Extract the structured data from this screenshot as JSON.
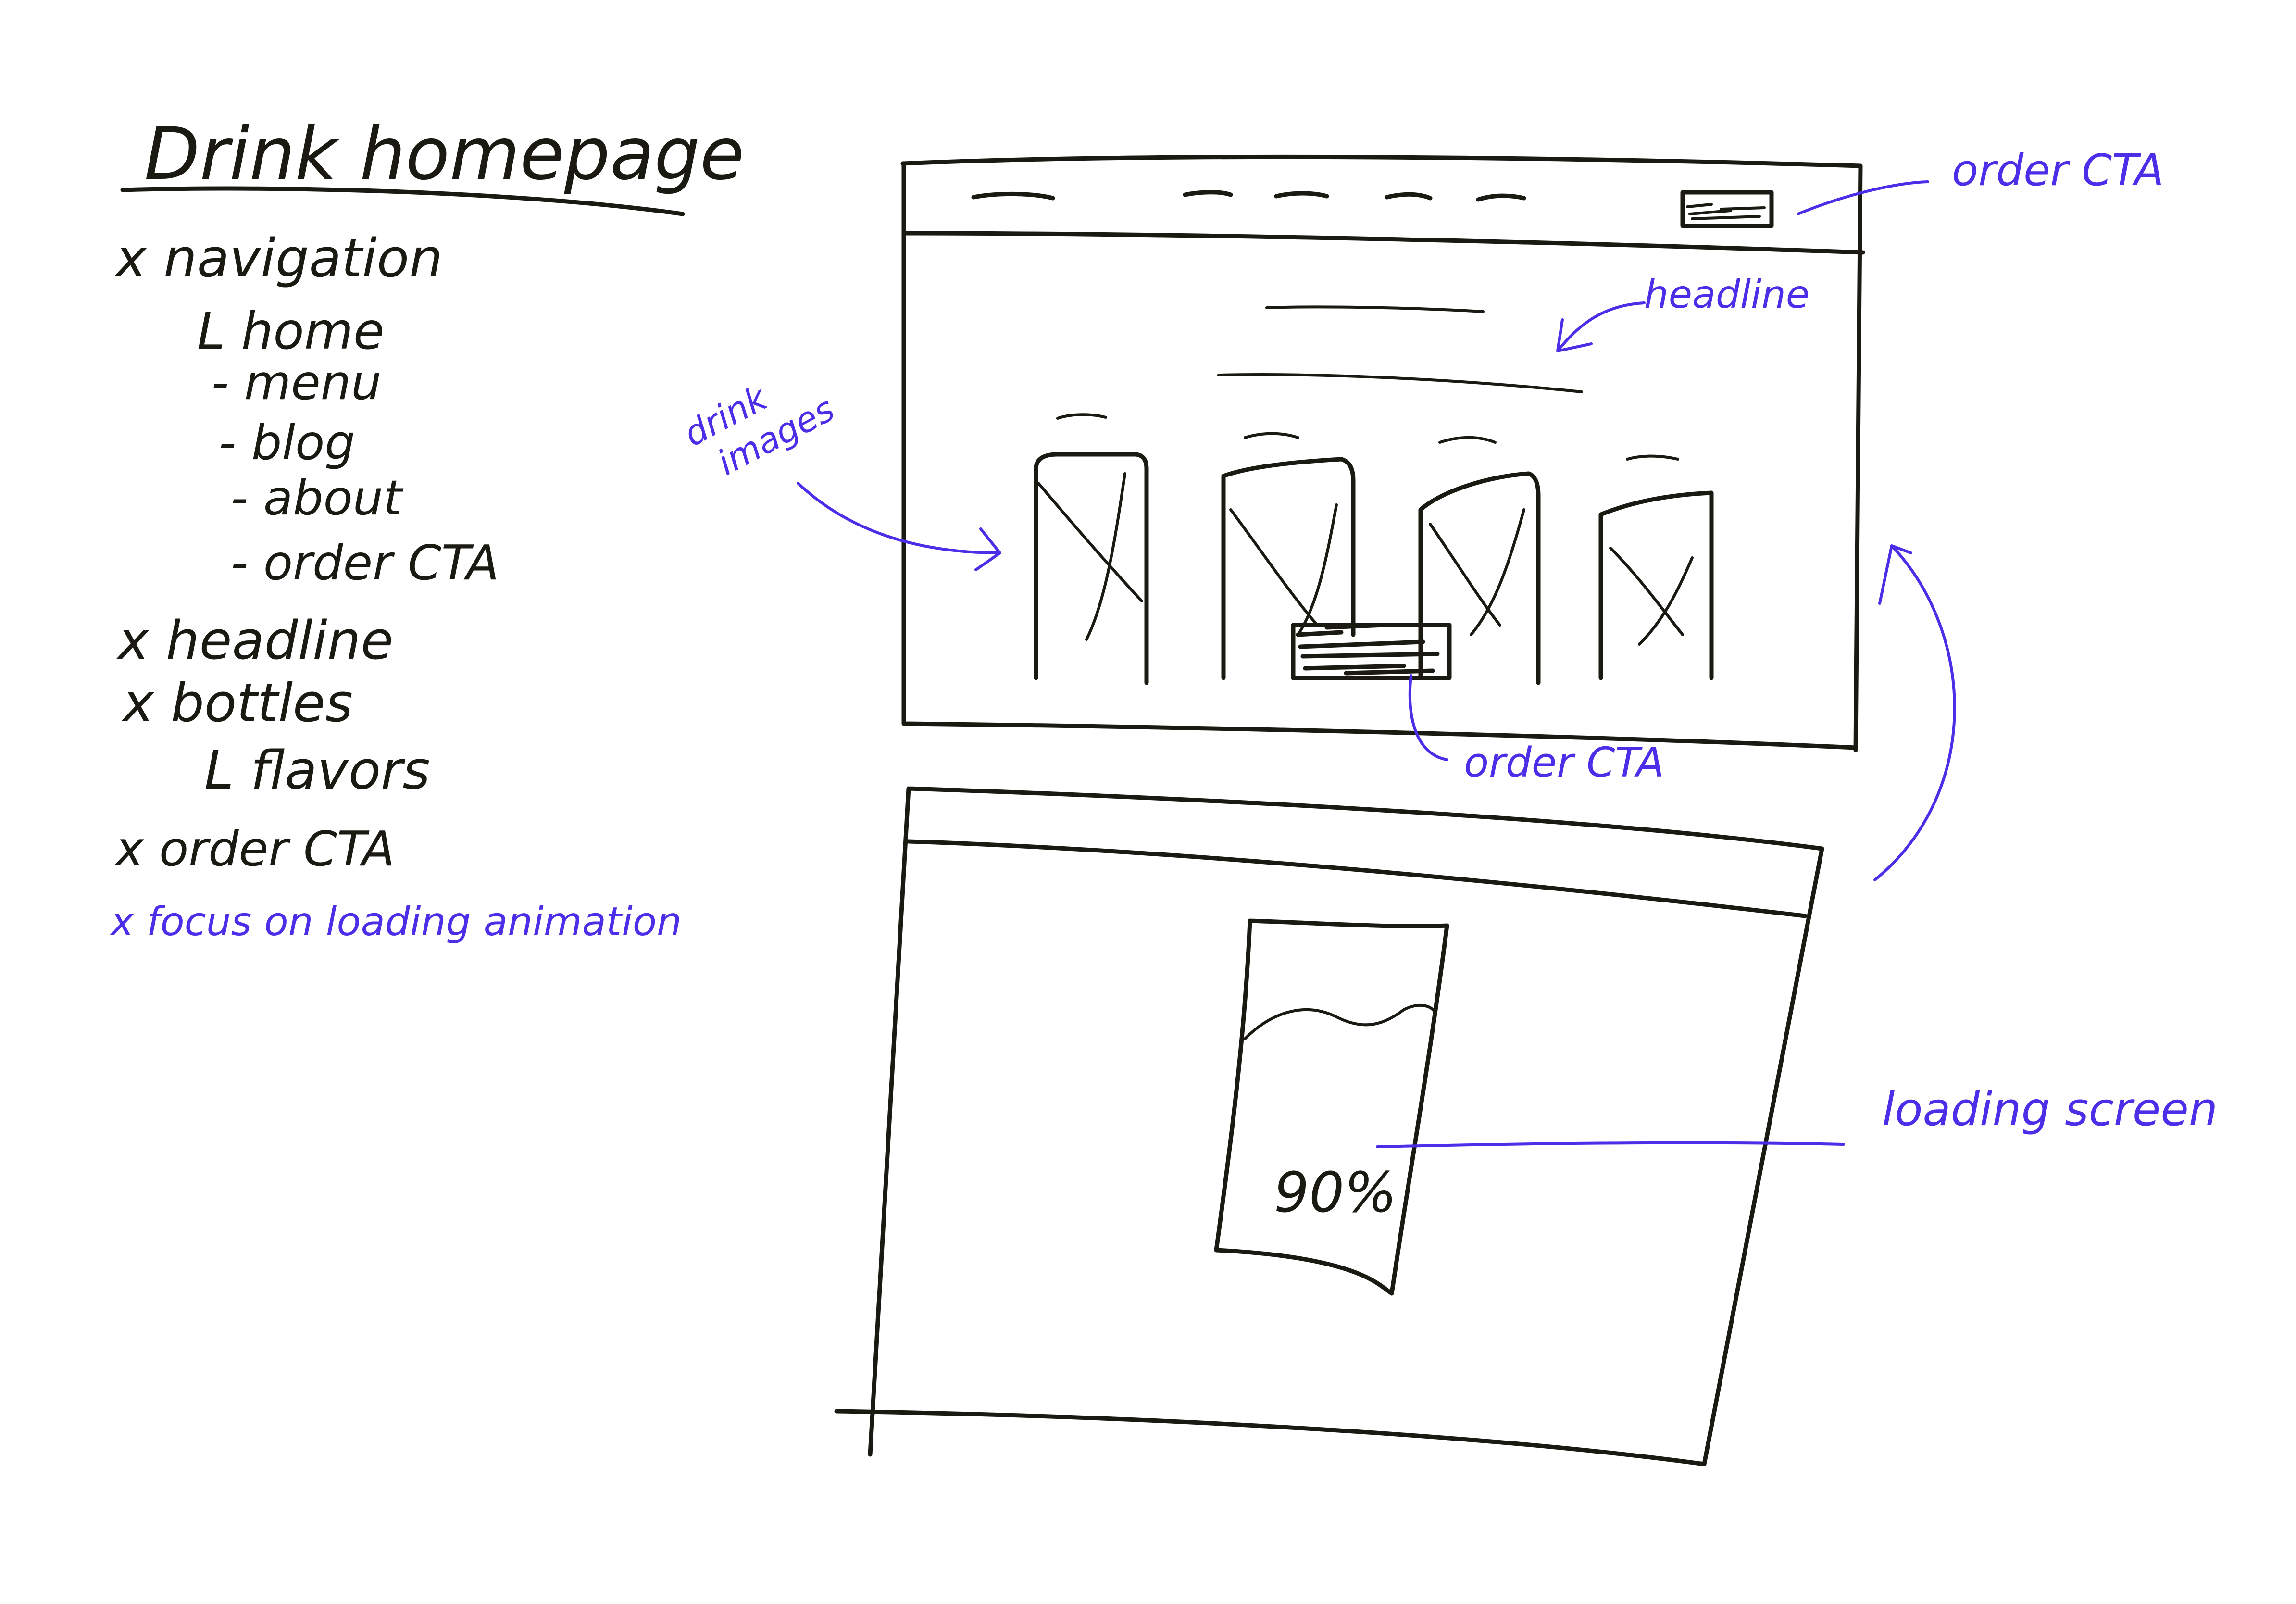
{
  "notes": {
    "title": "Drink homepage",
    "items": [
      {
        "text": "x navigation"
      },
      {
        "text": "L home"
      },
      {
        "text": "- menu"
      },
      {
        "text": "- blog"
      },
      {
        "text": "- about"
      },
      {
        "text": "- order CTA"
      },
      {
        "text": "x headline"
      },
      {
        "text": "x bottles"
      },
      {
        "text": "L flavors"
      },
      {
        "text": "x order CTA"
      },
      {
        "text": "x focus on loading animation"
      }
    ]
  },
  "annotations": {
    "order_cta_top": "order CTA",
    "headline": "headline",
    "drink_images_line1": "drink",
    "drink_images_line2": "images",
    "order_cta_bottom": "order CTA",
    "loading_screen": "loading screen"
  },
  "loading": {
    "percent": "90%"
  },
  "colors": {
    "ink": "#1b1a12",
    "pen": "#4b2ee8",
    "paper": "#ffffff"
  }
}
